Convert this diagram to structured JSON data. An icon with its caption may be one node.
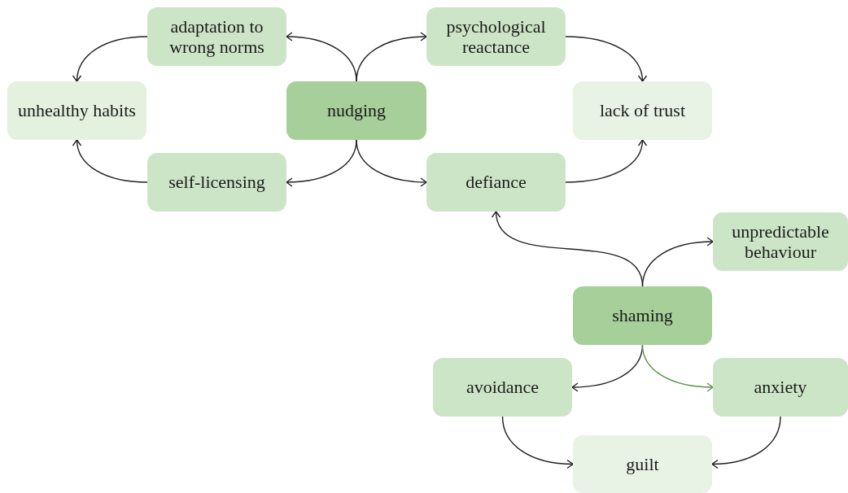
{
  "diagram": {
    "nodes": [
      {
        "text": [
          "adaptation to wrong norms"
        ]
      },
      {
        "text": [
          "psychological reactance"
        ]
      },
      {
        "text": [
          "unhealthy habits"
        ]
      },
      {
        "text": [
          "nudging"
        ]
      },
      {
        "text": [
          "lack of trust"
        ]
      },
      {
        "text": [
          "self-licensing"
        ]
      },
      {
        "text": [
          "defiance"
        ]
      },
      {
        "text": [
          "unpredictable behaviour"
        ]
      },
      {
        "text": [
          "shaming"
        ]
      },
      {
        "text": [
          "avoidance"
        ]
      },
      {
        "text": [
          "anxiety"
        ]
      },
      {
        "text": [
          "guilt"
        ]
      }
    ],
    "edges": [
      {
        "from": 3,
        "to": 0,
        "arrow": "to"
      },
      {
        "from": 3,
        "to": 1,
        "arrow": "to"
      },
      {
        "from": 3,
        "to": 5,
        "arrow": "to"
      },
      {
        "from": 3,
        "to": 6,
        "arrow": "to"
      },
      {
        "from": 0,
        "to": 2,
        "arrow": "to"
      },
      {
        "from": 5,
        "to": 2,
        "arrow": "to"
      },
      {
        "from": 1,
        "to": 4,
        "arrow": "to"
      },
      {
        "from": 6,
        "to": 4,
        "arrow": "to"
      },
      {
        "from": 8,
        "to": 6,
        "arrow": "to"
      },
      {
        "from": 8,
        "to": 7,
        "arrow": "to"
      },
      {
        "from": 8,
        "to": 9,
        "arrow": "to"
      },
      {
        "from": 8,
        "to": 10,
        "arrow": "to",
        "color": "#5e9150"
      },
      {
        "from": 9,
        "to": 11,
        "arrow": "to"
      },
      {
        "from": 10,
        "to": 11,
        "arrow": "to"
      }
    ]
  }
}
